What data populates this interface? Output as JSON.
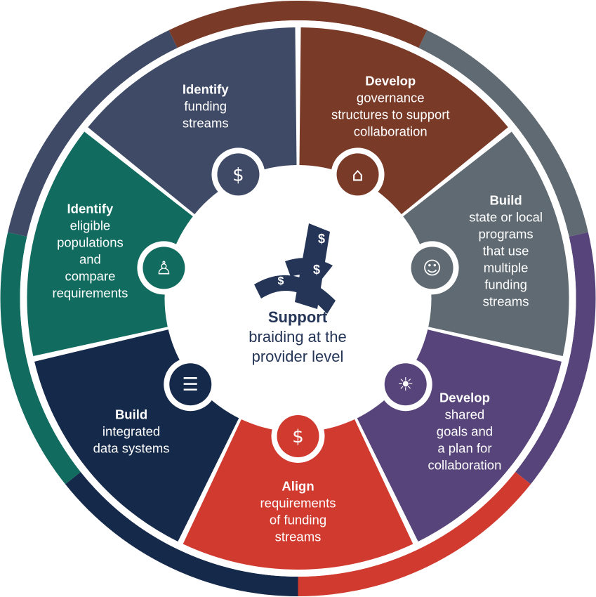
{
  "diagram": {
    "center": {
      "bold": "Support",
      "lines": [
        "braiding at the",
        "provider level"
      ],
      "icon": "braided-dollar-ribbons-icon"
    },
    "segments": [
      {
        "id": "identify-funding",
        "color": "#3f4a66",
        "bold": "Identify",
        "lines": [
          "funding",
          "streams"
        ],
        "icon": "dollar-magnifier-icon"
      },
      {
        "id": "develop-governance",
        "color": "#7a3a28",
        "bold": "Develop",
        "lines": [
          "governance",
          "structures to support",
          "collaboration"
        ],
        "icon": "capitol-network-icon"
      },
      {
        "id": "build-programs",
        "color": "#5f6a72",
        "bold": "Build",
        "lines": [
          "state or local",
          "programs",
          "that use",
          "multiple",
          "funding",
          "streams"
        ],
        "icon": "meeting-table-icon"
      },
      {
        "id": "develop-goals",
        "color": "#57447a",
        "bold": "Develop",
        "lines": [
          "shared",
          "goals and",
          "a plan for",
          "collaboration"
        ],
        "icon": "lightbulb-icon"
      },
      {
        "id": "align-requirements",
        "color": "#d13a2f",
        "bold": "Align",
        "lines": [
          "requirements",
          "of funding",
          "streams"
        ],
        "icon": "coin-stack-icon"
      },
      {
        "id": "build-data",
        "color": "#15294a",
        "bold": "Build",
        "lines": [
          "integrated",
          "data systems"
        ],
        "icon": "network-servers-icon"
      },
      {
        "id": "identify-populations",
        "color": "#116b5f",
        "bold": "Identify",
        "lines": [
          "eligible",
          "populations",
          "and",
          "compare",
          "requirements"
        ],
        "icon": "family-icon"
      }
    ]
  }
}
